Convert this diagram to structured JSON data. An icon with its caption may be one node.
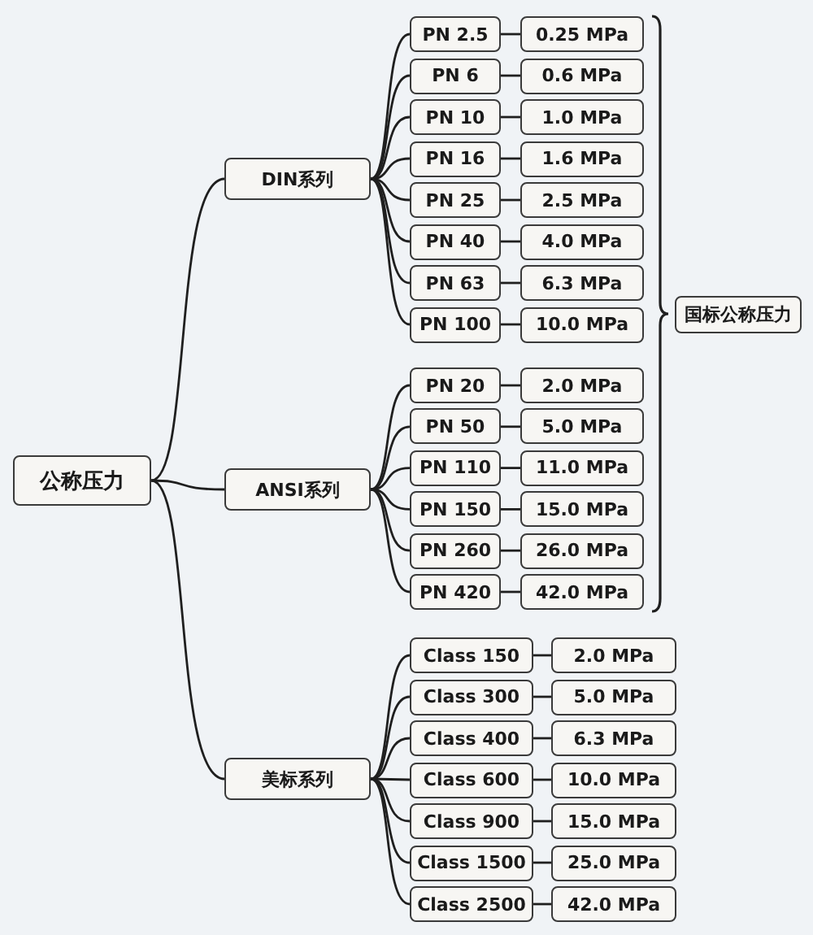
{
  "diagram": {
    "nodes": [
      {
        "text": [
          "公称压力"
        ]
      },
      {
        "text": [
          "DIN系列"
        ]
      },
      {
        "text": [
          "PN 2.5"
        ]
      },
      {
        "text": [
          "0.25 MPa"
        ]
      },
      {
        "text": [
          "PN 6"
        ]
      },
      {
        "text": [
          "0.6 MPa"
        ]
      },
      {
        "text": [
          "PN 10"
        ]
      },
      {
        "text": [
          "1.0 MPa"
        ]
      },
      {
        "text": [
          "PN 16"
        ]
      },
      {
        "text": [
          "1.6 MPa"
        ]
      },
      {
        "text": [
          "PN 25"
        ]
      },
      {
        "text": [
          "2.5 MPa"
        ]
      },
      {
        "text": [
          "PN 40"
        ]
      },
      {
        "text": [
          "4.0 MPa"
        ]
      },
      {
        "text": [
          "PN 63"
        ]
      },
      {
        "text": [
          "6.3 MPa"
        ]
      },
      {
        "text": [
          "PN 100"
        ]
      },
      {
        "text": [
          "10.0 MPa"
        ]
      },
      {
        "text": [
          "ANSI系列"
        ]
      },
      {
        "text": [
          "PN 20"
        ]
      },
      {
        "text": [
          "2.0 MPa"
        ]
      },
      {
        "text": [
          "PN 50"
        ]
      },
      {
        "text": [
          "5.0 MPa"
        ]
      },
      {
        "text": [
          "PN 110"
        ]
      },
      {
        "text": [
          "11.0 MPa"
        ]
      },
      {
        "text": [
          "PN 150"
        ]
      },
      {
        "text": [
          "15.0 MPa"
        ]
      },
      {
        "text": [
          "PN 260"
        ]
      },
      {
        "text": [
          "26.0 MPa"
        ]
      },
      {
        "text": [
          "PN 420"
        ]
      },
      {
        "text": [
          "42.0 MPa"
        ]
      },
      {
        "text": [
          "美标系列"
        ]
      },
      {
        "text": [
          "Class 150"
        ]
      },
      {
        "text": [
          "2.0 MPa"
        ]
      },
      {
        "text": [
          "Class 300"
        ]
      },
      {
        "text": [
          "5.0 MPa"
        ]
      },
      {
        "text": [
          "Class 400"
        ]
      },
      {
        "text": [
          "6.3 MPa"
        ]
      },
      {
        "text": [
          "Class 600"
        ]
      },
      {
        "text": [
          "10.0 MPa"
        ]
      },
      {
        "text": [
          "Class 900"
        ]
      },
      {
        "text": [
          "15.0 MPa"
        ]
      },
      {
        "text": [
          "Class 1500"
        ]
      },
      {
        "text": [
          "25.0 MPa"
        ]
      },
      {
        "text": [
          "Class 2500"
        ]
      },
      {
        "text": [
          "42.0 MPa"
        ]
      },
      {
        "text": [
          "国标公称压力"
        ]
      }
    ],
    "edges": [
      {
        "from": 0,
        "to": 1,
        "arrow": "none"
      },
      {
        "from": 0,
        "to": 18,
        "arrow": "none"
      },
      {
        "from": 0,
        "to": 31,
        "arrow": "none"
      },
      {
        "from": 1,
        "to": 2,
        "arrow": "none"
      },
      {
        "from": 2,
        "to": 3,
        "arrow": "none"
      },
      {
        "from": 1,
        "to": 4,
        "arrow": "none"
      },
      {
        "from": 4,
        "to": 5,
        "arrow": "none"
      },
      {
        "from": 1,
        "to": 6,
        "arrow": "none"
      },
      {
        "from": 6,
        "to": 7,
        "arrow": "none"
      },
      {
        "from": 1,
        "to": 8,
        "arrow": "none"
      },
      {
        "from": 8,
        "to": 9,
        "arrow": "none"
      },
      {
        "from": 1,
        "to": 10,
        "arrow": "none"
      },
      {
        "from": 10,
        "to": 11,
        "arrow": "none"
      },
      {
        "from": 1,
        "to": 12,
        "arrow": "none"
      },
      {
        "from": 12,
        "to": 13,
        "arrow": "none"
      },
      {
        "from": 1,
        "to": 14,
        "arrow": "none"
      },
      {
        "from": 14,
        "to": 15,
        "arrow": "none"
      },
      {
        "from": 1,
        "to": 16,
        "arrow": "none"
      },
      {
        "from": 16,
        "to": 17,
        "arrow": "none"
      },
      {
        "from": 18,
        "to": 19,
        "arrow": "none"
      },
      {
        "from": 19,
        "to": 20,
        "arrow": "none"
      },
      {
        "from": 18,
        "to": 21,
        "arrow": "none"
      },
      {
        "from": 21,
        "to": 22,
        "arrow": "none"
      },
      {
        "from": 18,
        "to": 23,
        "arrow": "none"
      },
      {
        "from": 23,
        "to": 24,
        "arrow": "none"
      },
      {
        "from": 18,
        "to": 25,
        "arrow": "none"
      },
      {
        "from": 25,
        "to": 26,
        "arrow": "none"
      },
      {
        "from": 18,
        "to": 27,
        "arrow": "none"
      },
      {
        "from": 27,
        "to": 28,
        "arrow": "none"
      },
      {
        "from": 18,
        "to": 29,
        "arrow": "none"
      },
      {
        "from": 29,
        "to": 30,
        "arrow": "none"
      },
      {
        "from": 31,
        "to": 32,
        "arrow": "none"
      },
      {
        "from": 32,
        "to": 33,
        "arrow": "none"
      },
      {
        "from": 31,
        "to": 34,
        "arrow": "none"
      },
      {
        "from": 34,
        "to": 35,
        "arrow": "none"
      },
      {
        "from": 31,
        "to": 36,
        "arrow": "none"
      },
      {
        "from": 36,
        "to": 37,
        "arrow": "none"
      },
      {
        "from": 31,
        "to": 38,
        "arrow": "none"
      },
      {
        "from": 38,
        "to": 39,
        "arrow": "none"
      },
      {
        "from": 31,
        "to": 40,
        "arrow": "none"
      },
      {
        "from": 40,
        "to": 41,
        "arrow": "none"
      },
      {
        "from": 31,
        "to": 42,
        "arrow": "none"
      },
      {
        "from": 42,
        "to": 43,
        "arrow": "none"
      },
      {
        "from": 31,
        "to": 44,
        "arrow": "none"
      },
      {
        "from": 44,
        "to": 45,
        "arrow": "none"
      }
    ]
  }
}
